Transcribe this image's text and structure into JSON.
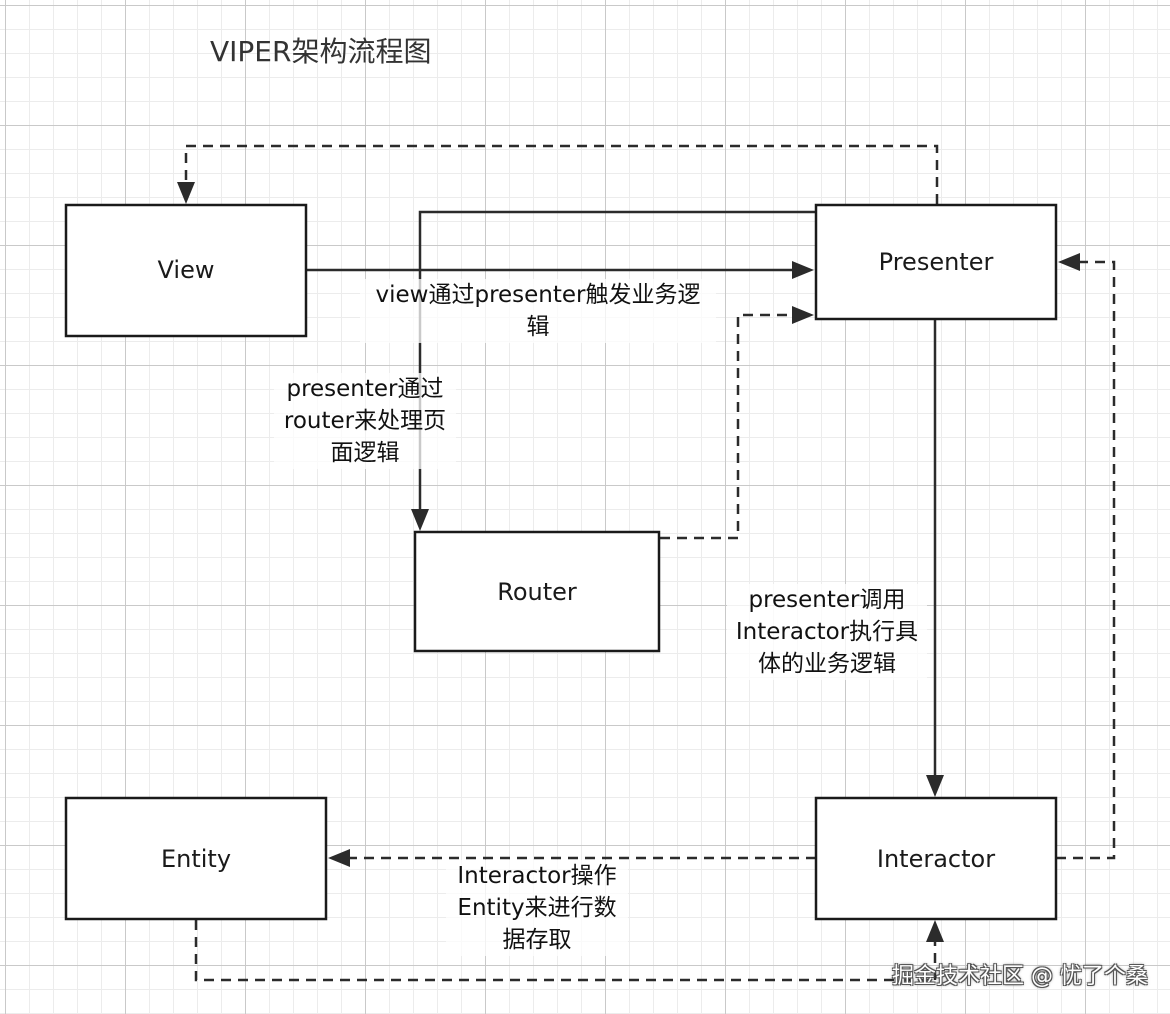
{
  "title": "VIPER架构流程图",
  "nodes": {
    "view": "View",
    "presenter": "Presenter",
    "router": "Router",
    "interactor": "Interactor",
    "entity": "Entity"
  },
  "annotations": {
    "view_presenter": [
      "view通过presenter触发业务逻",
      "辑"
    ],
    "presenter_router": [
      "presenter通过",
      "router来处理页",
      "面逻辑"
    ],
    "presenter_interactor": [
      "presenter调用",
      "Interactor执行具",
      "体的业务逻辑"
    ],
    "interactor_entity": [
      "Interactor操作",
      "Entity来进行数",
      "据存取"
    ]
  },
  "watermark": "掘金技术社区 @ 忧了个桑"
}
